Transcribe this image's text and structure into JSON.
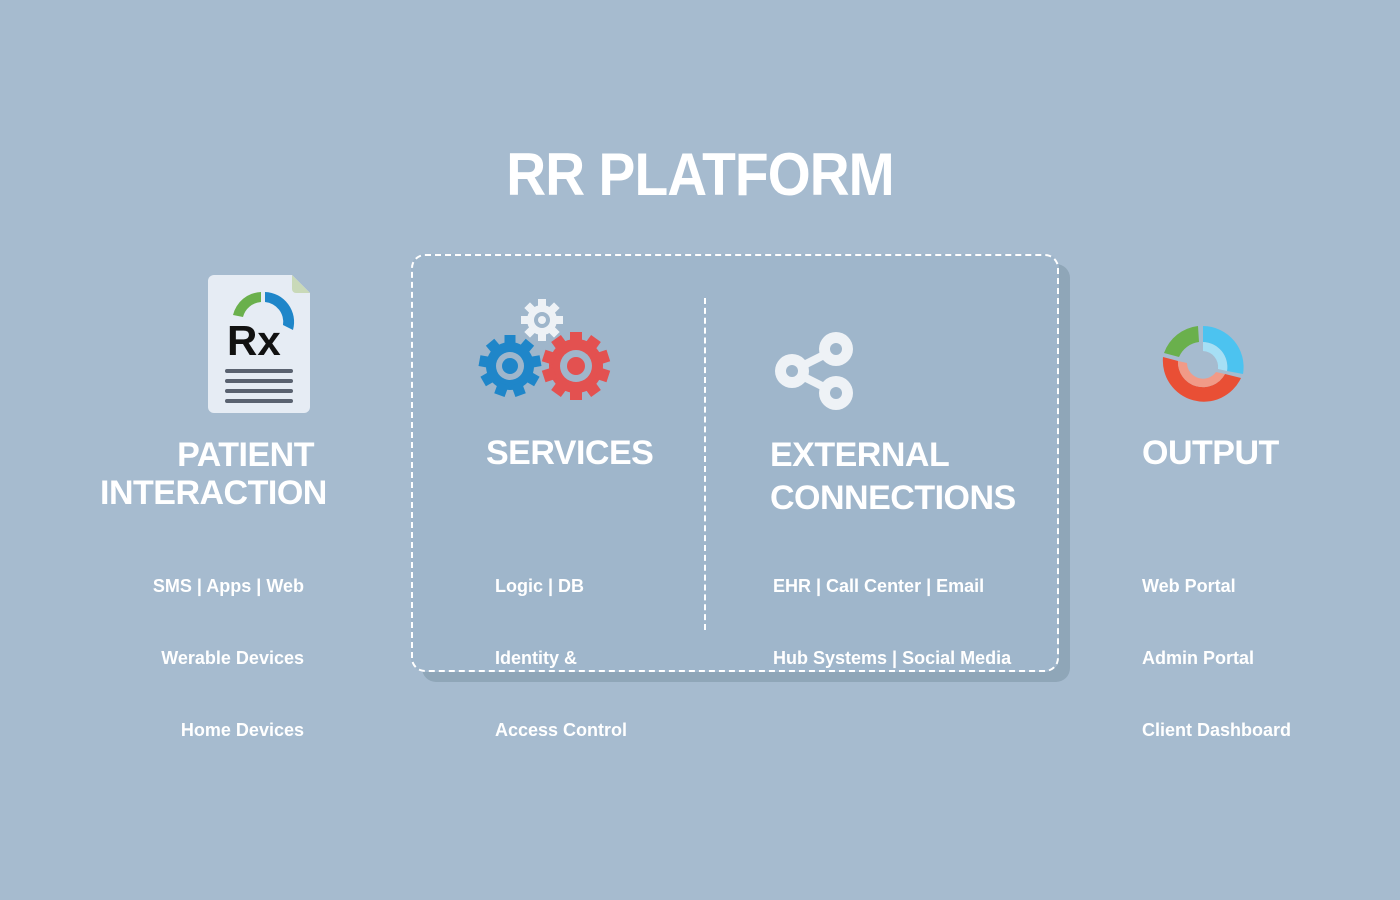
{
  "title": "RR PLATFORM",
  "columns": {
    "patient": {
      "heading": [
        "PATIENT",
        "INTERACTION"
      ],
      "items": [
        "SMS  |  Apps  | Web",
        "Werable Devices",
        "Home Devices"
      ],
      "icon": "rx-prescription-icon",
      "icon_text": "Rx"
    },
    "services": {
      "heading": [
        "SERVICES"
      ],
      "items": [
        "Logic  |  DB",
        "Identity &",
        "Access Control"
      ],
      "icon": "gears-icon"
    },
    "external": {
      "heading": [
        "EXTERNAL",
        "CONNECTIONS"
      ],
      "items": [
        "EHR  |  Call Center  |  Email",
        "Hub Systems  |  Social Media"
      ],
      "icon": "share-icon"
    },
    "output": {
      "heading": [
        "OUTPUT"
      ],
      "items": [
        "Web Portal",
        "Admin Portal",
        "Client Dashboard"
      ],
      "icon": "donut-chart-icon"
    }
  },
  "colors": {
    "background": "#a6bbcf",
    "platform_fill": "#9fb6cb",
    "blue": "#1f86c9",
    "red": "#e35150",
    "green": "#6ab04c",
    "light_blue": "#4cc3f0",
    "orange_red": "#e94f35"
  }
}
